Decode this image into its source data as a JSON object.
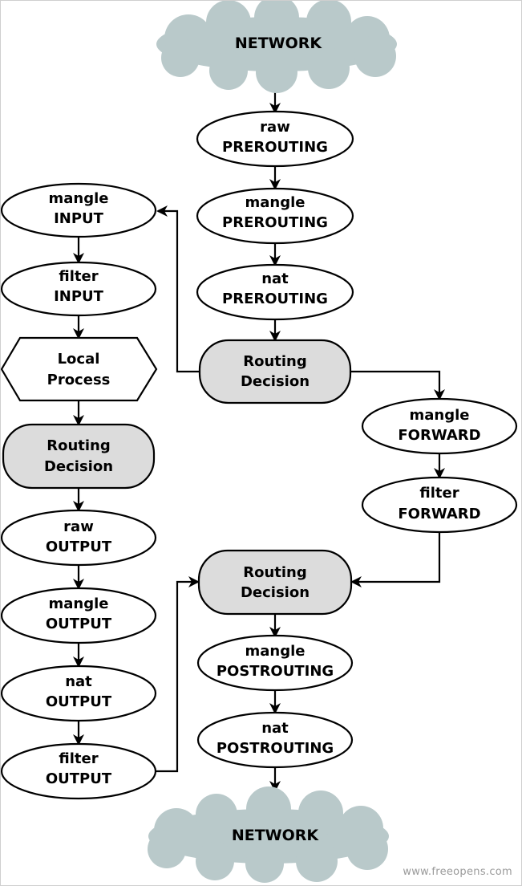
{
  "colors": {
    "cloud": "#b9c9ca",
    "decision_fill": "#dcdcdc",
    "stroke": "#000000",
    "watermark": "#9a9a9a"
  },
  "diagram": {
    "network_top": "NETWORK",
    "network_bottom": "NETWORK",
    "raw_prerouting": [
      "raw",
      "PREROUTING"
    ],
    "mangle_prerouting": [
      "mangle",
      "PREROUTING"
    ],
    "nat_prerouting": [
      "nat",
      "PREROUTING"
    ],
    "routing_decision_1": [
      "Routing",
      "Decision"
    ],
    "mangle_input": [
      "mangle",
      "INPUT"
    ],
    "filter_input": [
      "filter",
      "INPUT"
    ],
    "local_process": [
      "Local",
      "Process"
    ],
    "routing_decision_2": [
      "Routing",
      "Decision"
    ],
    "raw_output": [
      "raw",
      "OUTPUT"
    ],
    "mangle_output": [
      "mangle",
      "OUTPUT"
    ],
    "nat_output": [
      "nat",
      "OUTPUT"
    ],
    "filter_output": [
      "filter",
      "OUTPUT"
    ],
    "mangle_forward": [
      "mangle",
      "FORWARD"
    ],
    "filter_forward": [
      "filter",
      "FORWARD"
    ],
    "routing_decision_3": [
      "Routing",
      "Decision"
    ],
    "mangle_postrouting": [
      "mangle",
      "POSTROUTING"
    ],
    "nat_postrouting": [
      "nat",
      "POSTROUTING"
    ]
  },
  "watermark": "www.freeopens.com"
}
